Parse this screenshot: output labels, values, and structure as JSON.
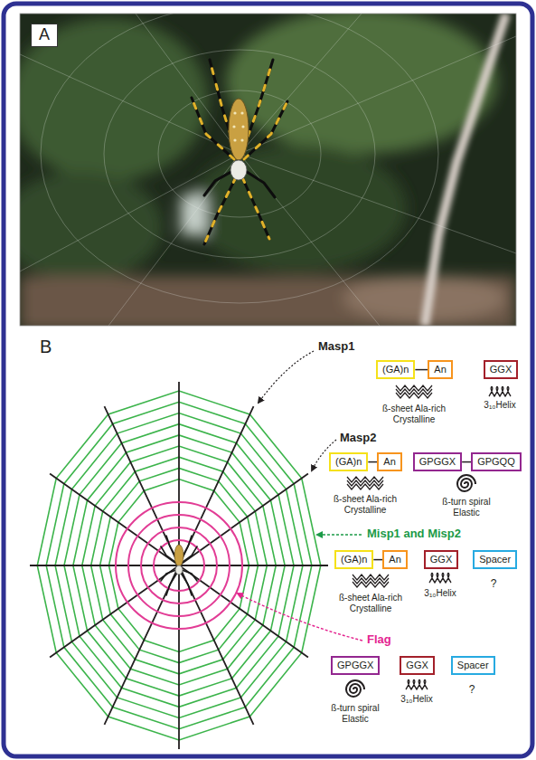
{
  "diagram": {
    "nodes": [
      {
        "text": [
          "A"
        ]
      },
      {
        "text": [
          "(GA)n"
        ]
      },
      {
        "text": [
          "An"
        ]
      },
      {
        "text": [
          "GGX"
        ]
      },
      {
        "text": [
          "(GA)n"
        ]
      },
      {
        "text": [
          "An"
        ]
      },
      {
        "text": [
          "GPGGX"
        ]
      },
      {
        "text": [
          "GPGQQ"
        ]
      },
      {
        "text": [
          "(GA)n"
        ]
      },
      {
        "text": [
          "An"
        ]
      },
      {
        "text": [
          "GGX"
        ]
      },
      {
        "text": [
          "Spacer"
        ]
      },
      {
        "text": [
          "GPGGX"
        ]
      },
      {
        "text": [
          "GGX"
        ]
      },
      {
        "text": [
          "Spacer"
        ]
      }
    ],
    "edges": [
      {
        "from": 1,
        "to": 2,
        "arrow": "none"
      },
      {
        "from": 4,
        "to": 5,
        "arrow": "none"
      },
      {
        "from": 6,
        "to": 7,
        "arrow": "none"
      },
      {
        "from": 8,
        "to": 9,
        "arrow": "none"
      }
    ],
    "labels": [
      "B",
      "Masp1",
      "ß-sheet Ala-rich Crystalline",
      "3₁₀Helix",
      "Masp2",
      "ß-sheet Ala-rich Crystalline",
      "ß-turn spiral Elastic",
      "Misp1 and Misp2",
      "ß-sheet Ala-rich Crystalline",
      "3₁₀Helix",
      "?",
      "Flag",
      "ß-turn spiral Elastic",
      "3₁₀Helix",
      "?"
    ]
  }
}
